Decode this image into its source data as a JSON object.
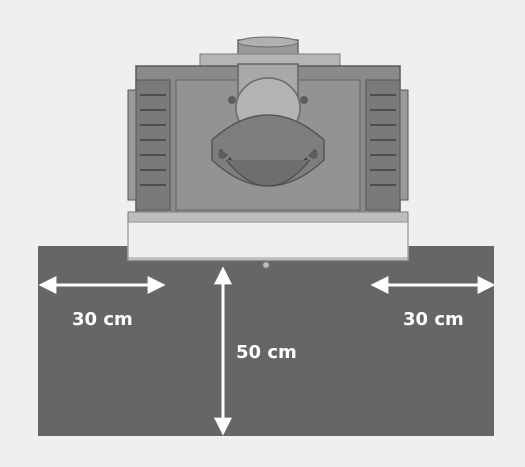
{
  "diagram": {
    "labels": {
      "left_clearance": "30 cm",
      "right_clearance": "30 cm",
      "front_clearance": "50 cm"
    },
    "colors": {
      "background": "#efefef",
      "floor_zone": "#666666",
      "insert_body": "#8a8a8a",
      "insert_dark": "#5f5f5f",
      "insert_light": "#bdbdbd",
      "arrow": "#ffffff"
    }
  }
}
